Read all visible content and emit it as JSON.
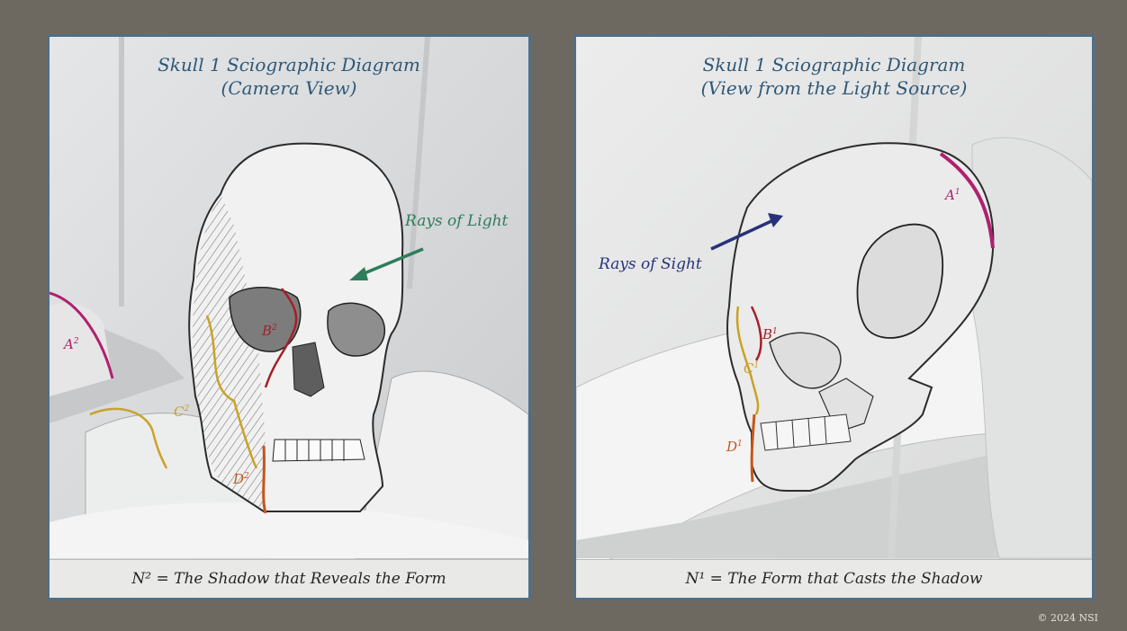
{
  "left_panel": {
    "title_line1": "Skull 1 Sciographic Diagram",
    "title_line2": "(Camera View)",
    "caption": "N² = The Shadow that Reveals the Form",
    "rays_label": "Rays of Light",
    "labels": {
      "a": {
        "letter": "A",
        "sup": "2"
      },
      "b": {
        "letter": "B",
        "sup": "2"
      },
      "c": {
        "letter": "C",
        "sup": "2"
      },
      "d": {
        "letter": "D",
        "sup": "2"
      }
    }
  },
  "right_panel": {
    "title_line1": "Skull 1 Sciographic Diagram",
    "title_line2": "(View from the Light Source)",
    "caption": "N¹ = The Form that Casts the Shadow",
    "rays_label": "Rays of Sight",
    "labels": {
      "a": {
        "letter": "A",
        "sup": "1"
      },
      "b": {
        "letter": "B",
        "sup": "1"
      },
      "c": {
        "letter": "C",
        "sup": "1"
      },
      "d": {
        "letter": "D",
        "sup": "1"
      }
    }
  },
  "copyright": "© 2024 NSI",
  "colors": {
    "frame": "#4f6f86",
    "title": "#2f5877",
    "rays_of_light": "#2e7d5b",
    "rays_of_sight": "#27327a",
    "line_a": "#b0206e",
    "line_b": "#a3202a",
    "line_c": "#c9a227",
    "line_d": "#c4561c"
  }
}
